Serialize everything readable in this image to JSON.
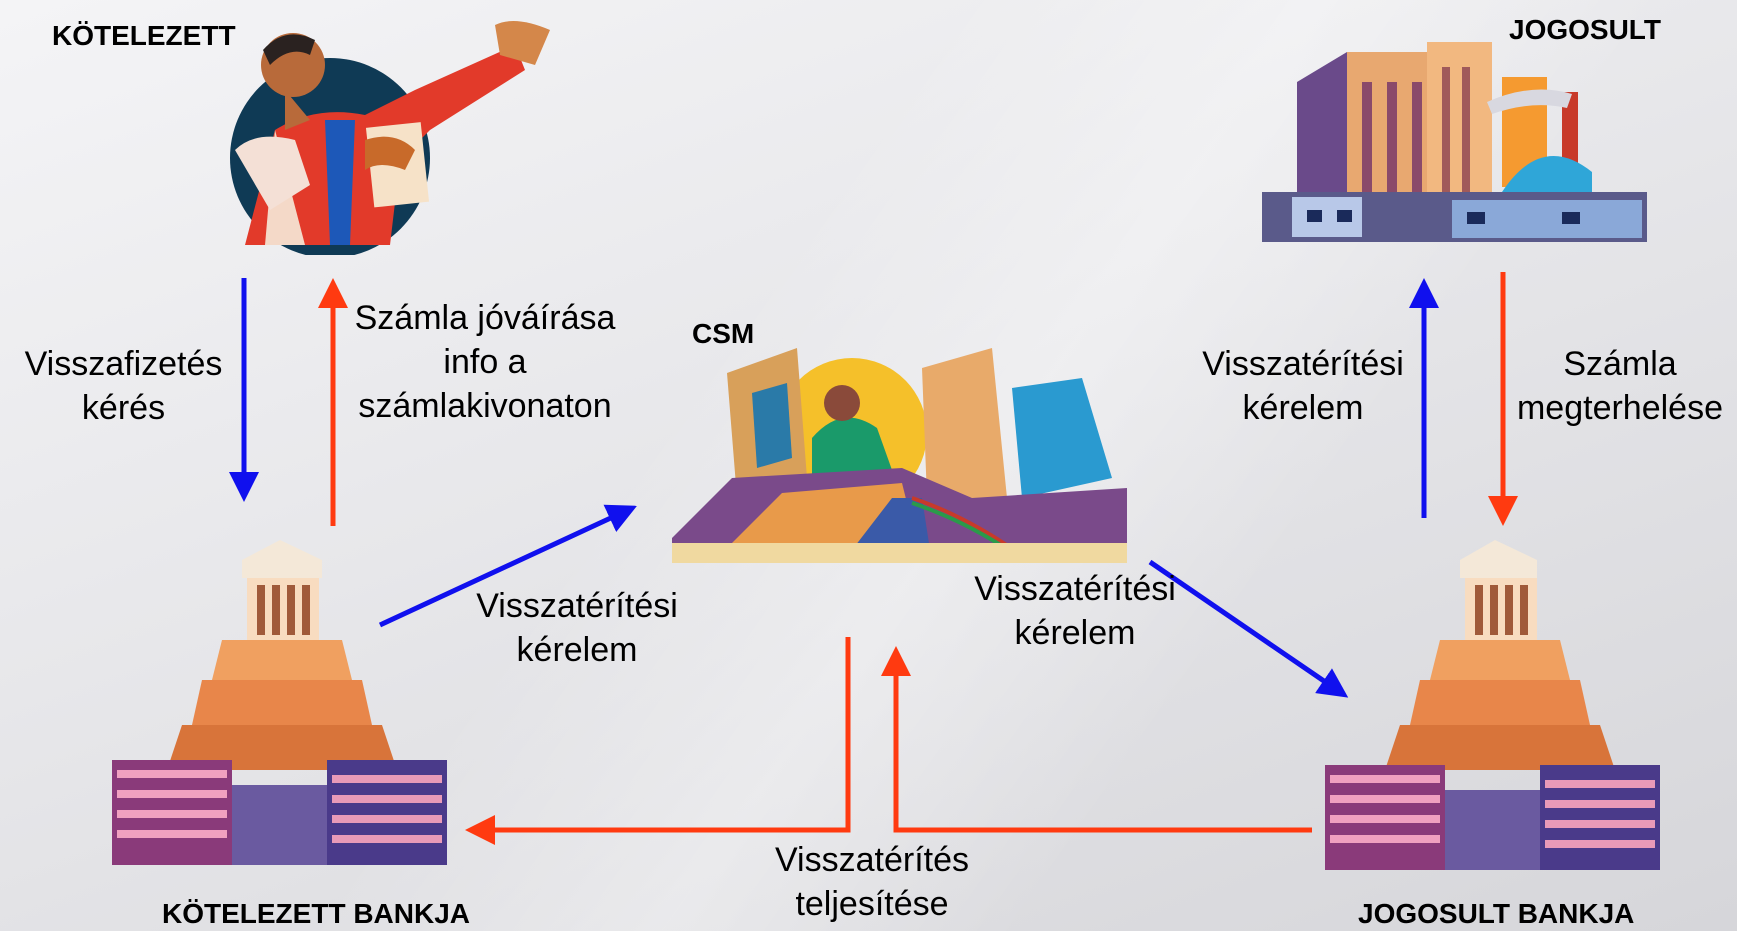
{
  "nodes": {
    "obligor": "KÖTELEZETT",
    "beneficiary": "JOGOSULT",
    "csm": "CSM",
    "obligor_bank": "KÖTELEZETT BANKJA",
    "beneficiary_bank": "JOGOSULT BANKJA"
  },
  "edges": {
    "repayment_request": [
      "Visszafizetés",
      "kérés"
    ],
    "account_credit_info": [
      "Számla jóváírása",
      "info a",
      "számlakivonaton"
    ],
    "refund_request_left": [
      "Visszatérítési",
      "kérelem"
    ],
    "refund_request_right": [
      "Visszatérítési",
      "kérelem"
    ],
    "refund_request_top_right": [
      "Visszatérítési",
      "kérelem"
    ],
    "account_debit": [
      "Számla",
      "megterhelése"
    ],
    "refund_completion": [
      "Visszatérítés",
      "teljesítése"
    ]
  },
  "colors": {
    "blue_arrow": "#1010ee",
    "red_arrow": "#ff3a10"
  }
}
